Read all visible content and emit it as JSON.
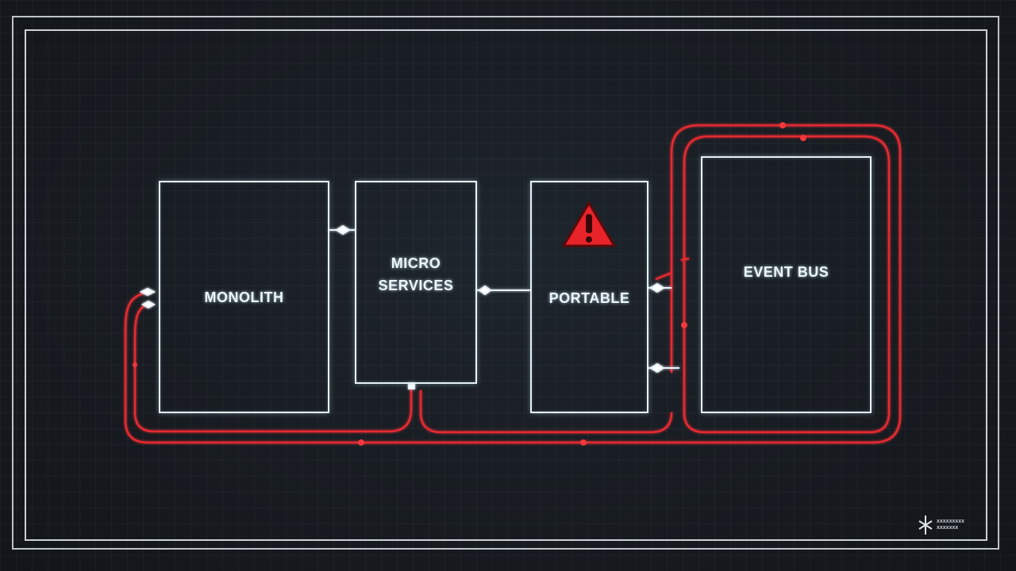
{
  "diagram": {
    "type": "architecture-flow",
    "blocks": [
      {
        "id": "monolith",
        "label": "MONOLITH"
      },
      {
        "id": "microservices",
        "label": "MICRO\nSERVICES"
      },
      {
        "id": "portable",
        "label": "PORTABLE",
        "alert": "warning-triangle"
      },
      {
        "id": "event_bus",
        "label": "EVENT BUS"
      }
    ],
    "connections": [
      {
        "from": "monolith",
        "to": "microservices",
        "style": "white"
      },
      {
        "from": "microservices",
        "to": "portable",
        "style": "white"
      },
      {
        "from": "portable",
        "to": "event_bus",
        "style": "white"
      },
      {
        "from": "monolith",
        "to": "event_bus",
        "style": "red-loop"
      },
      {
        "from": "microservices",
        "to": "event_bus",
        "style": "red-loop"
      }
    ],
    "colors": {
      "background": "#15191e",
      "box_stroke": "#e8f2f8",
      "alert_red": "#e8232a",
      "wire_red": "#e52a30"
    },
    "logo": {
      "line1": "xxxxxxxxx",
      "line2": "xxxxxxx"
    }
  }
}
